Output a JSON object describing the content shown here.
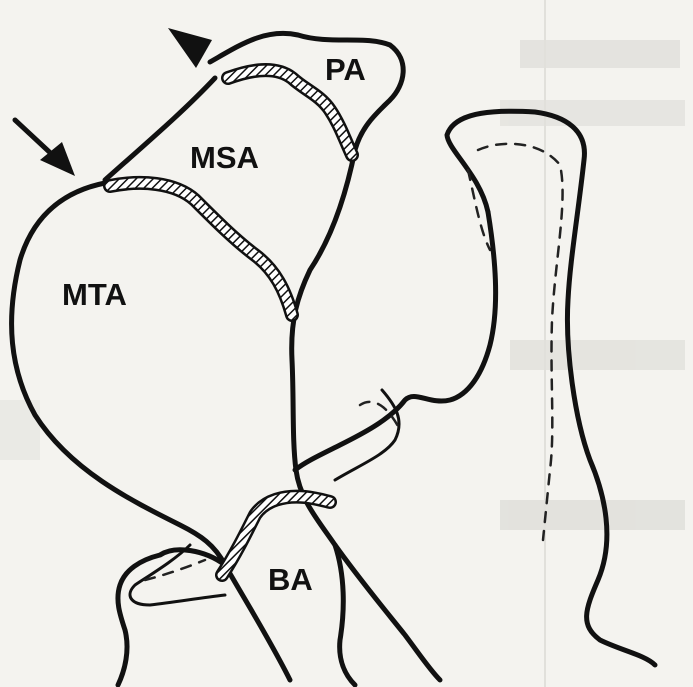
{
  "labels": {
    "pa": "PA",
    "msa": "MSA",
    "mta": "MTA",
    "ba": "BA"
  }
}
